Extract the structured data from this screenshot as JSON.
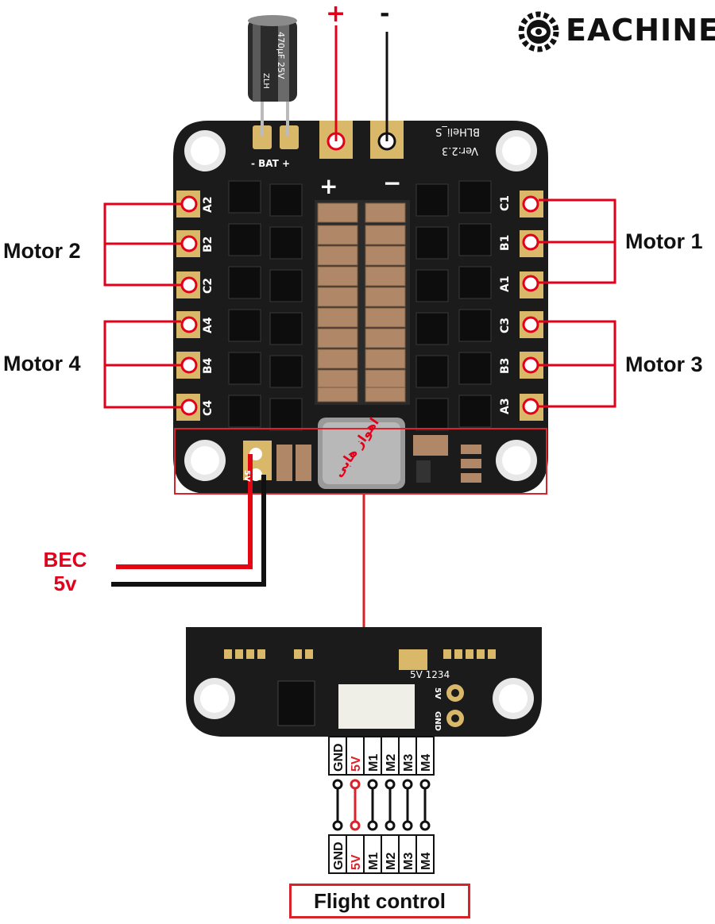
{
  "brand": {
    "name": "EACHINE",
    "icon": "gear-eye-logo-icon"
  },
  "top_terminals": {
    "plus": "+",
    "minus": "-"
  },
  "motors": {
    "motor1": "Motor 1",
    "motor2": "Motor 2",
    "motor3": "Motor 3",
    "motor4": "Motor 4"
  },
  "bec": {
    "line1": "BEC",
    "line2": "5v"
  },
  "esc_board": {
    "firmware": "BLHeli_S",
    "version": "Ver:2.3",
    "bat_label": "- BAT +",
    "plus_mark": "+",
    "minus_mark": "−",
    "pads_left": [
      "A2",
      "B2",
      "C2",
      "A4",
      "B4",
      "C4"
    ],
    "pads_right": [
      "C1",
      "B1",
      "A1",
      "C3",
      "B3",
      "A3"
    ],
    "bec_pad_label": "5V",
    "watermark": "اهواز هابی"
  },
  "capacitor": {
    "value": "470µF 25V",
    "type": "ZLH"
  },
  "fc_board": {
    "pins_label": "5V 1234",
    "pad_5v": "5V",
    "pad_gnd": "GND"
  },
  "connector_pins": [
    "GND",
    "5V",
    "M1",
    "M2",
    "M3",
    "M4"
  ],
  "flight_control": "Flight control",
  "colors": {
    "red": "#e3001b",
    "black": "#111111",
    "pcb": "#1a1a1a",
    "gold": "#d9b86a",
    "wire_red": "#e30613"
  }
}
